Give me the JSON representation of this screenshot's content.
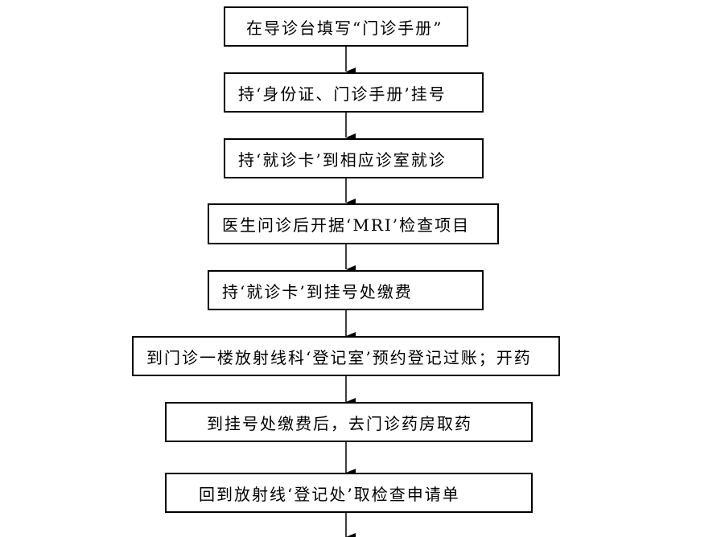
{
  "steps": [
    "在导诊台填写“门诊手册”",
    "持‘身份证、门诊手册’挂号",
    "持‘就诊卡’到相应诊室就诊",
    "医生问诊后开据‘MRI’检查项目",
    "持‘就诊卡’到挂号处缴费",
    "到门诊一楼放射线科‘登记室’预约登记过账；开药",
    "到挂号处缴费后，去门诊药房取药",
    "回到放射线‘登记处’取检查申请单"
  ]
}
